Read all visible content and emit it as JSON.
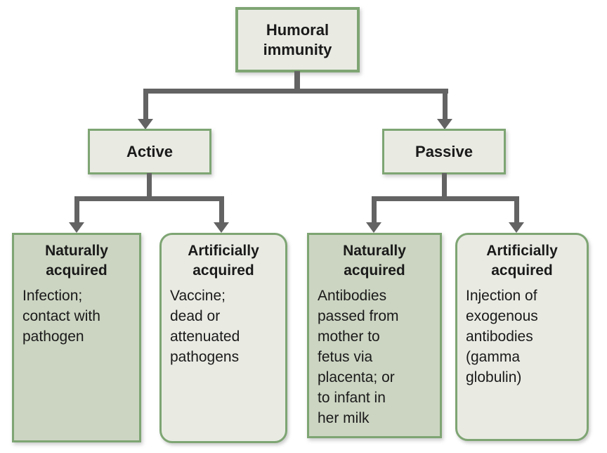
{
  "colors": {
    "box_fill_light": "#e9ebe3",
    "box_fill_dark": "#ccd5c2",
    "box_border_green": "#7ea573",
    "connector_gray": "#636363",
    "text": "#1a1a1a",
    "background": "#ffffff"
  },
  "tree": {
    "root": {
      "label": "Humoral\nimmunity"
    },
    "branches": [
      {
        "label": "Active"
      },
      {
        "label": "Passive"
      }
    ],
    "leaves": [
      {
        "title": "Naturally\nacquired",
        "body": "Infection;\ncontact with\npathogen"
      },
      {
        "title": "Artificially\nacquired",
        "body": "Vaccine;\ndead or\nattenuated\npathogens"
      },
      {
        "title": "Naturally\nacquired",
        "body": "Antibodies\npassed from\nmother to\nfetus via\nplacenta; or\nto infant in\nher milk"
      },
      {
        "title": "Artificially\nacquired",
        "body": "Injection of\nexogenous\nantibodies\n(gamma\nglobulin)"
      }
    ]
  }
}
